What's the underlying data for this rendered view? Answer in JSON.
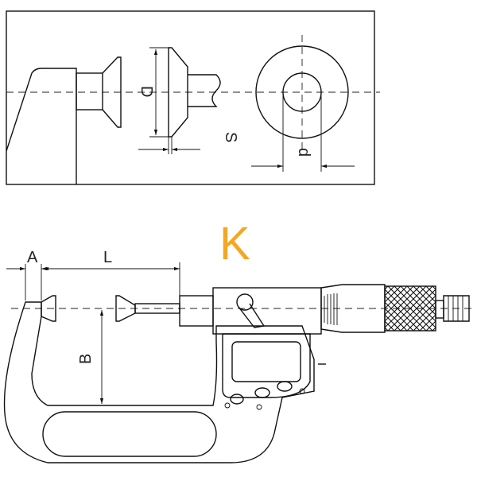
{
  "detail": {
    "labels": {
      "D": "D",
      "S": "S",
      "d": "d"
    }
  },
  "model": {
    "letter": "K",
    "color": "#F5A623"
  },
  "main": {
    "labels": {
      "A": "A",
      "L": "L",
      "B": "B"
    }
  }
}
